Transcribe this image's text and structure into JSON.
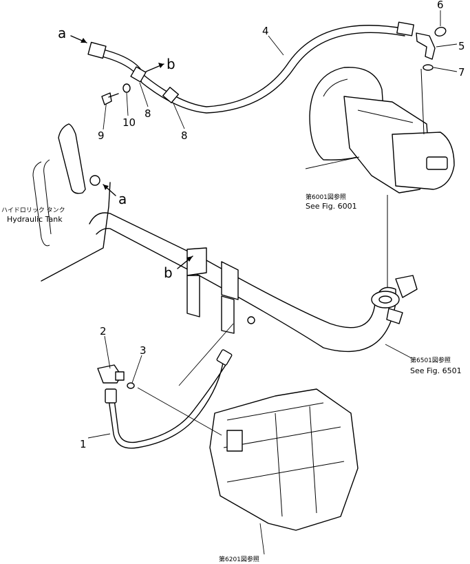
{
  "callouts": {
    "n1": "1",
    "n2": "2",
    "n3": "3",
    "n4": "4",
    "n5": "5",
    "n6": "6",
    "n7": "7",
    "n8a": "8",
    "n8b": "8",
    "n9": "9",
    "n10": "10"
  },
  "letters": {
    "a_top": "a",
    "b_top": "b",
    "a_tank": "a",
    "b_pipe": "b"
  },
  "labels": {
    "tank_jp": "ハイドロリック タンク",
    "tank_en": "Hydraulic Tank",
    "fig6001_jp": "第6001図参照",
    "fig6001_en": "See Fig. 6001",
    "fig6501_jp": "第6501図参照",
    "fig6501_en": "See Fig. 6501",
    "fig6201_jp": "第6201図参照"
  }
}
